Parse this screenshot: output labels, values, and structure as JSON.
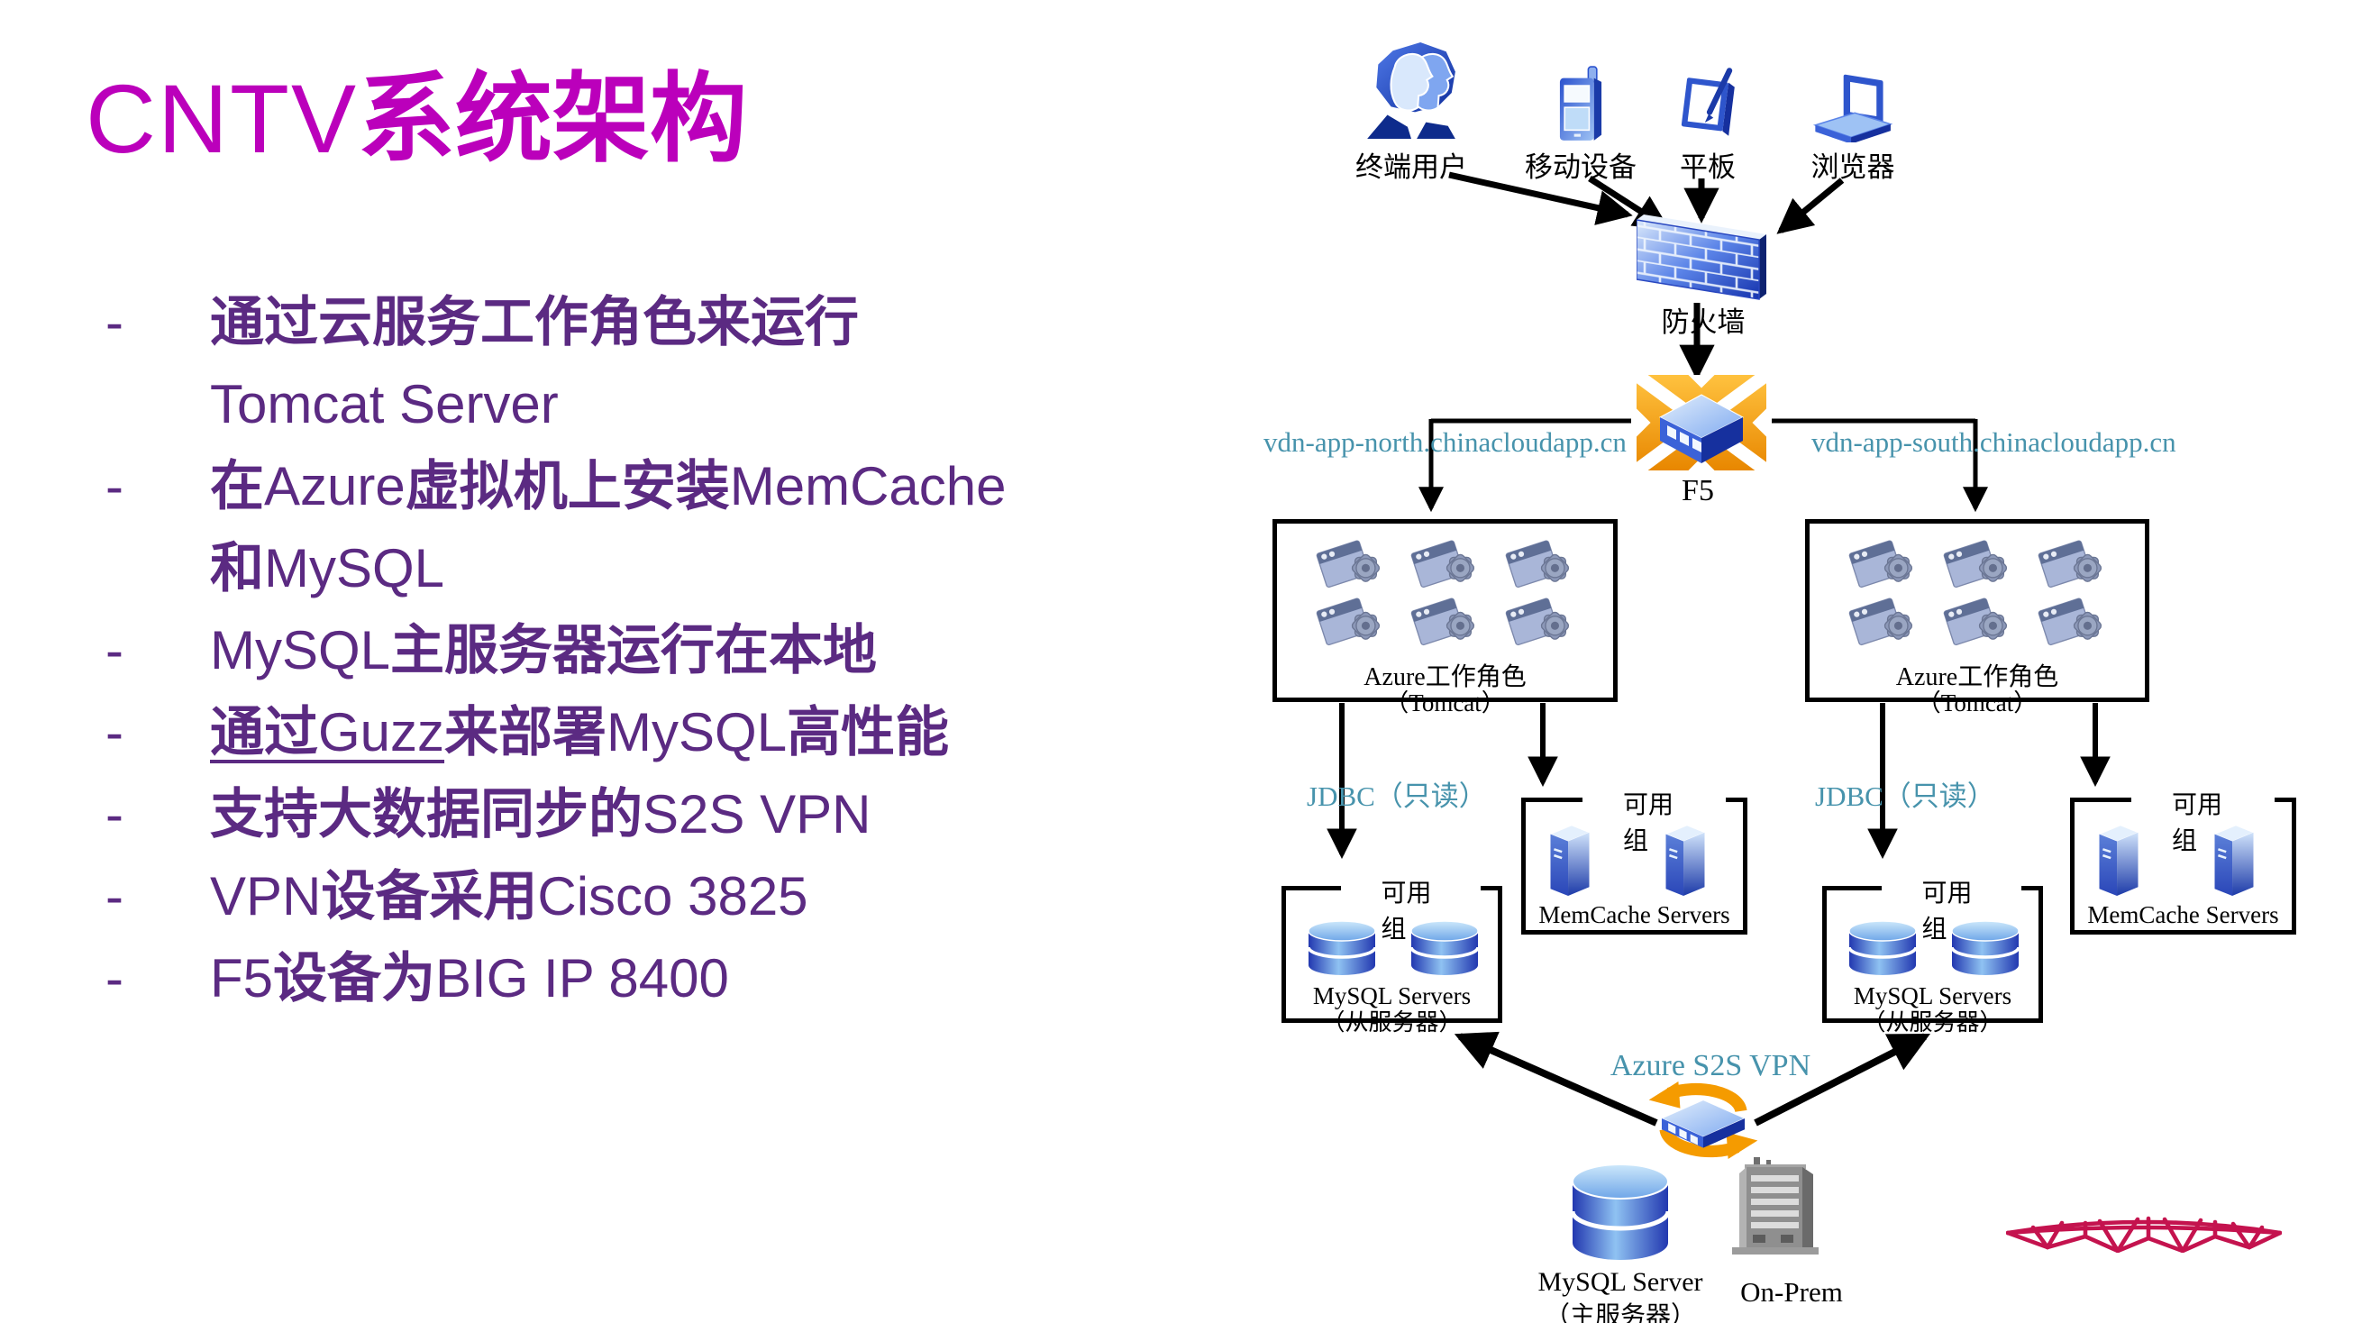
{
  "slide": {
    "title": [
      {
        "t": "CNTV",
        "latin": true
      },
      {
        "t": "系统架构",
        "latin": false
      }
    ],
    "bullets": [
      {
        "lines": [
          [
            {
              "t": "通过云服务工作角色来运行"
            }
          ],
          [
            {
              "t": "Tomcat Server",
              "latin": true
            }
          ]
        ]
      },
      {
        "lines": [
          [
            {
              "t": "在"
            },
            {
              "t": "Azure",
              "latin": true
            },
            {
              "t": "虚拟机上安装"
            },
            {
              "t": "MemCache",
              "latin": true
            }
          ],
          [
            {
              "t": "和"
            },
            {
              "t": "MySQL",
              "latin": true
            }
          ]
        ]
      },
      {
        "lines": [
          [
            {
              "t": "MySQL",
              "latin": true
            },
            {
              "t": "主服务器运行在本地"
            }
          ]
        ]
      },
      {
        "lines": [
          [
            {
              "t": "通过",
              "u": true
            },
            {
              "t": "Guzz",
              "latin": true,
              "u": true
            },
            {
              "t": "来部署"
            },
            {
              "t": "MySQL",
              "latin": true
            },
            {
              "t": "高性能"
            }
          ]
        ]
      },
      {
        "lines": [
          [
            {
              "t": "支持大数据同步的"
            },
            {
              "t": "S2S VPN",
              "latin": true
            }
          ]
        ]
      },
      {
        "lines": [
          [
            {
              "t": "VPN",
              "latin": true
            },
            {
              "t": "设备采用"
            },
            {
              "t": "Cisco 3825",
              "latin": true
            }
          ]
        ]
      },
      {
        "lines": [
          [
            {
              "t": "F5",
              "latin": true
            },
            {
              "t": "设备为"
            },
            {
              "t": "BIG IP 8400",
              "latin": true
            }
          ]
        ]
      }
    ]
  },
  "diagram": {
    "clients": [
      {
        "label": "终端用户"
      },
      {
        "label": "移动设备"
      },
      {
        "label": "平板"
      },
      {
        "label": "浏览器"
      }
    ],
    "firewall_label": "防火墙",
    "f5_label": "F5",
    "dns_north": "vdn-app-north.chinacloudapp.cn",
    "dns_south": "vdn-app-south.chinacloudapp.cn",
    "worker_role_label": "Azure工作角色",
    "worker_role_sub": "（Tomcat）",
    "jdbc_label": "JDBC（只读）",
    "availability_group_label": "可用组",
    "memcache_label": "MemCache Servers",
    "mysql_slaves_label": "MySQL Servers",
    "mysql_slaves_sub": "（从服务器）",
    "vpn_label": "Azure S2S VPN",
    "mysql_master_label": "MySQL Server",
    "mysql_master_sub": "（主服务器）",
    "onprem_label": "On-Prem"
  },
  "colors": {
    "title": "#BB00BB",
    "bullet_text": "#5B2A82",
    "teal_label": "#4793AC",
    "orange": "#F59B00",
    "line": "#000000",
    "bridge": "#C4134E"
  }
}
